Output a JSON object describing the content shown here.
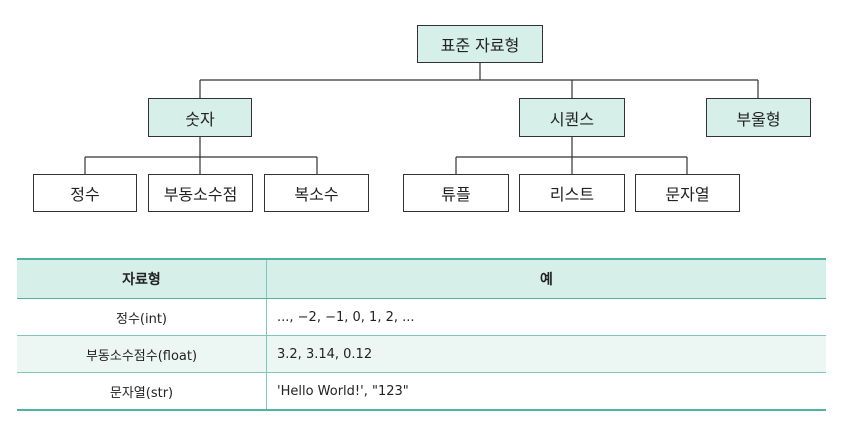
{
  "diagram": {
    "root": "표준 자료형",
    "categories": {
      "number": "숫자",
      "sequence": "시퀀스",
      "boolean": "부울형"
    },
    "number_children": [
      "정수",
      "부동소수점",
      "복소수"
    ],
    "sequence_children": [
      "튜플",
      "리스트",
      "문자열"
    ]
  },
  "table": {
    "headers": [
      "자료형",
      "예"
    ],
    "rows": [
      [
        "정수(int)",
        "..., −2, −1, 0, 1, 2, ..."
      ],
      [
        "부동소수점수(float)",
        "3.2, 3.14, 0.12"
      ],
      [
        "문자열(str)",
        "'Hello World!', \"123\""
      ]
    ]
  },
  "colors": {
    "node_fill": "#d6efe9",
    "line": "#333333",
    "table_header_fill": "#d6efe9",
    "table_border": "#4fb3a2"
  }
}
